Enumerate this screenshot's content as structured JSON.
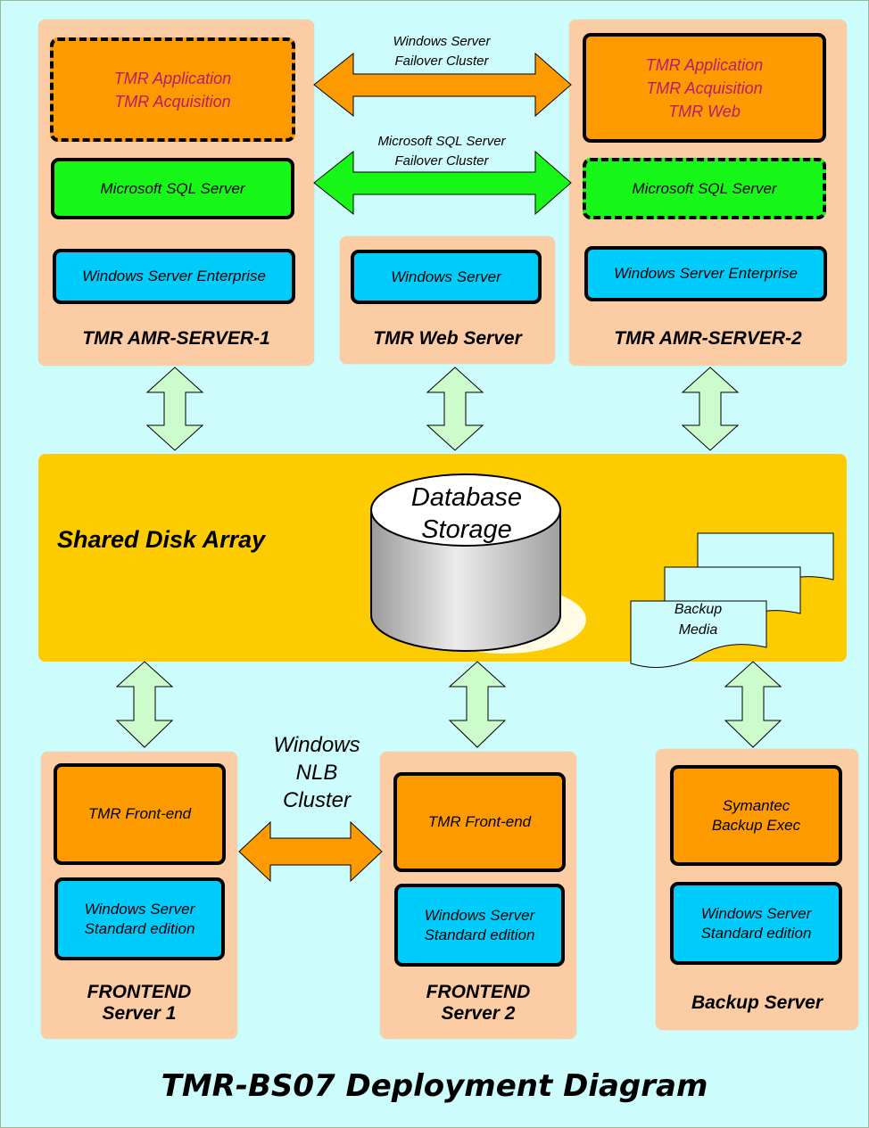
{
  "title": "TMR-BS07 Deployment Diagram",
  "colors": {
    "background": "#ccfcfc",
    "server_box": "#fccca4",
    "app_component": "#fc9a00",
    "sql_component": "#18f818",
    "os_component": "#00ccfc",
    "disk_array": "#fccc00",
    "app_text": "#b81c70",
    "link_arrow": "#ccfccc"
  },
  "servers": {
    "amr1": {
      "name": "TMR AMR-SERVER-1",
      "app": [
        "TMR Application",
        "TMR Acquisition"
      ],
      "sql": "Microsoft SQL Server",
      "os": "Windows Server Enterprise"
    },
    "web": {
      "name": "TMR Web Server",
      "os": "Windows Server"
    },
    "amr2": {
      "name": "TMR AMR-SERVER-2",
      "app": [
        "TMR Application",
        "TMR Acquisition",
        "TMR Web"
      ],
      "sql": "Microsoft SQL Server",
      "os": "Windows Server Enterprise"
    },
    "fe1": {
      "name": [
        "FRONTEND",
        "Server 1"
      ],
      "app": "TMR Front-end",
      "os": [
        "Windows Server",
        "Standard edition"
      ]
    },
    "fe2": {
      "name": [
        "FRONTEND",
        "Server 2"
      ],
      "app": "TMR Front-end",
      "os": [
        "Windows Server",
        "Standard edition"
      ]
    },
    "backup": {
      "name": "Backup Server",
      "app": [
        "Symantec",
        "Backup Exec"
      ],
      "os": [
        "Windows Server",
        "Standard edition"
      ]
    }
  },
  "clusters": {
    "windows_failover": [
      "Windows Server",
      "Failover Cluster"
    ],
    "sql_failover": [
      "Microsoft SQL Server",
      "Failover Cluster"
    ],
    "nlb": [
      "Windows",
      "NLB",
      "Cluster"
    ]
  },
  "shared_array": {
    "title": "Shared Disk Array",
    "database": [
      "Database",
      "Storage"
    ],
    "backup_media": [
      "Backup",
      "Media"
    ]
  }
}
